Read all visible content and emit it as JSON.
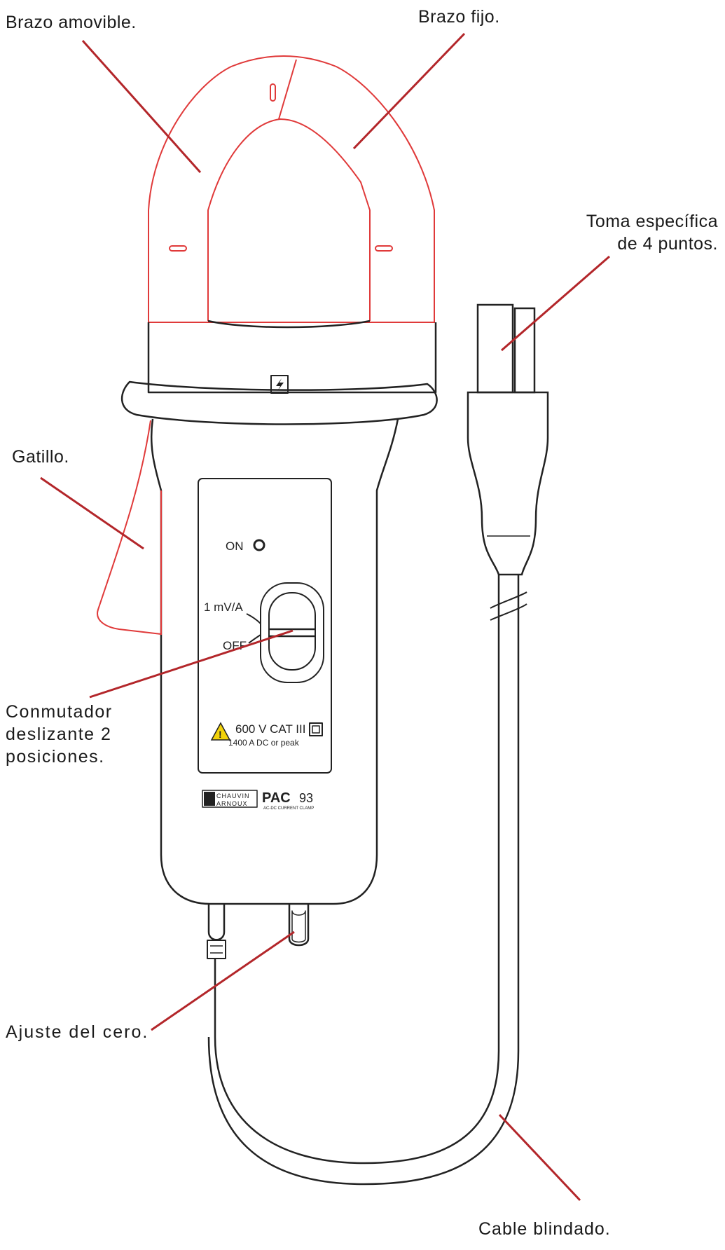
{
  "callouts": {
    "brazo_amovible": "Brazo amovible.",
    "brazo_fijo": "Brazo fijo.",
    "toma_line1": "Toma  específica",
    "toma_line2": "de 4 puntos.",
    "gatillo": "Gatillo.",
    "conmutador_line1": "Conmutador",
    "conmutador_line2": "deslizante 2",
    "conmutador_line3": "posiciones.",
    "ajuste": "Ajuste del cero.",
    "cable": "Cable blindado."
  },
  "device": {
    "on_label": "ON",
    "switch_label_top": "1 mV/A",
    "switch_label_bottom": "OFF",
    "voltage_rating": "600 V  CAT III",
    "current_rating": "1400 A DC or peak",
    "brand_line1": "CHAUVIN",
    "brand_line2": "ARNOUX",
    "model_prefix": "PAC",
    "model_number": "93",
    "model_subtitle": "AC-DC CURRENT CLAMP"
  },
  "colors": {
    "leader_line": "#b3262a",
    "jaw_outline": "#e03a3a",
    "body_outline": "#222222"
  }
}
